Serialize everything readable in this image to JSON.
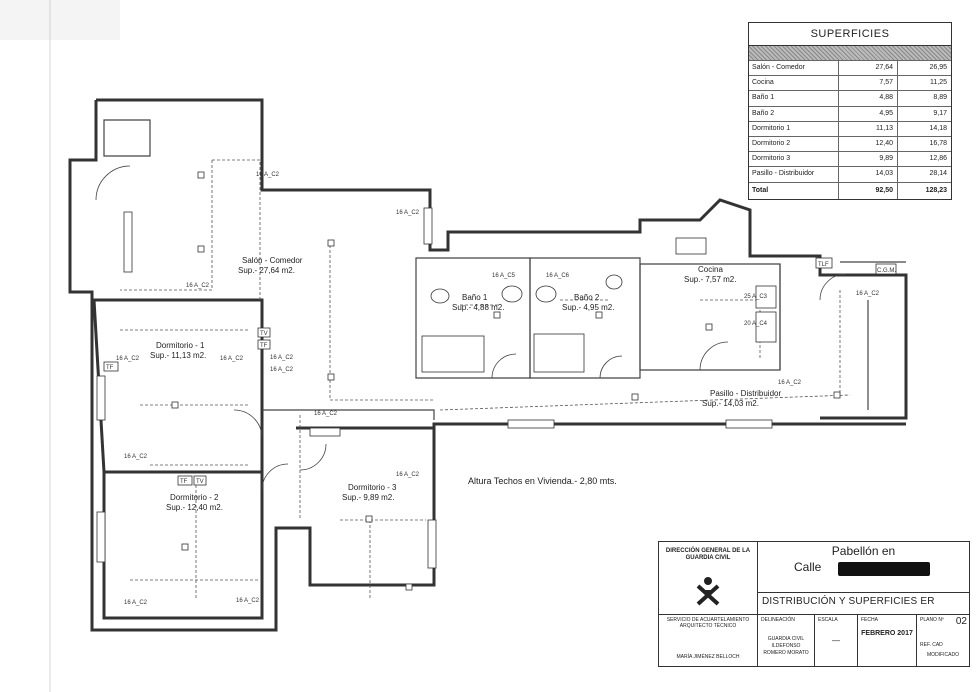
{
  "plan": {
    "rooms": [
      {
        "name": "Salón - Comedor",
        "area": "Sup.- 27,64 m2."
      },
      {
        "name": "Dormitorio - 1",
        "area": "Sup.- 11,13 m2."
      },
      {
        "name": "Dormitorio - 2",
        "area": "Sup.- 12,40 m2."
      },
      {
        "name": "Dormitorio - 3",
        "area": "Sup.- 9,89 m2."
      },
      {
        "name": "Baño 1",
        "area": "Sup.- 4,88 m2."
      },
      {
        "name": "Baño 2",
        "area": "Sup.- 4,95 m2."
      },
      {
        "name": "Cocina",
        "area": "Sup.- 7,57 m2."
      },
      {
        "name": "Pasillo - Distribuidor",
        "area": "Sup.- 14,03 m2."
      }
    ],
    "ceiling_note": "Altura Techos en Vivienda.- 2,80 mts.",
    "circuit_label": "16 A_C2",
    "circuit_label_c5": "16 A_C5",
    "circuit_label_c6": "16 A_C6",
    "circuit_label_c4": "20 A_C4",
    "circuit_label_c3": "25 A_C3",
    "tv_label": "TV",
    "tf_label": "TF",
    "tlf_label": "TLF",
    "cgmp_label": "C.G.M.",
    "colors": {
      "line": "#333333",
      "paper": "#ffffff"
    }
  },
  "surfaces": {
    "title": "SUPERFICIES",
    "rows": [
      {
        "name": "Salón - Comedor",
        "useful": "27,64",
        "built": "26,95"
      },
      {
        "name": "Cocina",
        "useful": "7,57",
        "built": "11,25"
      },
      {
        "name": "Baño 1",
        "useful": "4,88",
        "built": "8,89"
      },
      {
        "name": "Baño 2",
        "useful": "4,95",
        "built": "9,17"
      },
      {
        "name": "Dormitorio 1",
        "useful": "11,13",
        "built": "14,18"
      },
      {
        "name": "Dormitorio 2",
        "useful": "12,40",
        "built": "16,78"
      },
      {
        "name": "Dormitorio 3",
        "useful": "9,89",
        "built": "12,86"
      },
      {
        "name": "Pasillo - Distribuidor",
        "useful": "14,03",
        "built": "28,14"
      }
    ],
    "total": {
      "name": "Total",
      "useful": "92,50",
      "built": "128,23"
    }
  },
  "title_block": {
    "org": "DIRECCIÓN GENERAL DE LA GUARDIA CIVIL",
    "title1": "Pabellón en",
    "title2": "Calle",
    "subtitle": "DISTRIBUCIÓN Y SUPERFICIES ER",
    "service": "SERVICIO DE ACUARTELAMIENTO ARQUITECTO TÉCNICO",
    "author": "MARÍA JIMÉNEZ BELLOCH",
    "delineation_label": "DELINEACIÓN",
    "delineation": "GUARDIA CIVIL ILDEFONSO ROMERO MORATO",
    "scale_label": "ESCALA",
    "scale": "—",
    "date_label": "FECHA",
    "date": "FEBRERO 2017",
    "plan_label": "PLANO Nº",
    "plan_no": "02",
    "ref_label": "REF. CAD",
    "ref": "MODIFICADO"
  }
}
